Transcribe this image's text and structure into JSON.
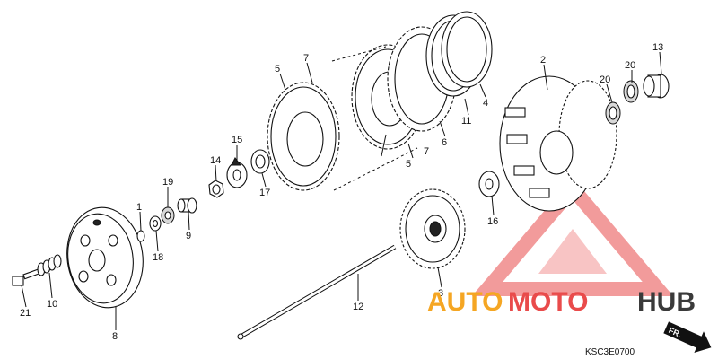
{
  "diagram": {
    "labels": {
      "p1": "1",
      "p2": "2",
      "p3": "3",
      "p4": "4",
      "p5a": "5",
      "p5b": "5",
      "p6": "6",
      "p7a": "7",
      "p7b": "7",
      "p8": "8",
      "p9": "9",
      "p10": "10",
      "p11": "11",
      "p12": "12",
      "p13": "13",
      "p14": "14",
      "p15": "15",
      "p16": "16",
      "p17": "17",
      "p18": "18",
      "p19": "19",
      "p20a": "20",
      "p20b": "20",
      "p21": "21"
    },
    "code": "KSC3E0700",
    "direction_label": "FR."
  },
  "watermark": {
    "part1": "AUTO",
    "part2": "MOTO",
    "part3": "HUB",
    "color_orange": "#f5a623",
    "color_red": "#e94b4b",
    "color_dark": "#3a3a3a"
  }
}
